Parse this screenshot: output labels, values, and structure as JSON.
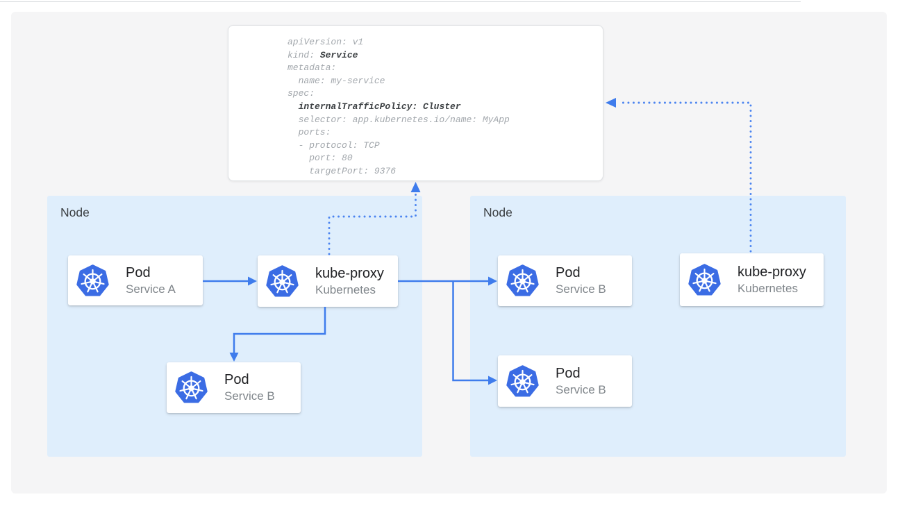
{
  "yaml": {
    "lines": [
      {
        "pre": "apiVersion: v1"
      },
      {
        "pre": "kind: ",
        "bold": "Service"
      },
      {
        "pre": "metadata:"
      },
      {
        "pre": "  name: my-service"
      },
      {
        "pre": "spec:"
      },
      {
        "pre": "  ",
        "bold": "internalTrafficPolicy: Cluster"
      },
      {
        "pre": "  selector: app.kubernetes.io/name: MyApp"
      },
      {
        "pre": "  ports:"
      },
      {
        "pre": "  - protocol: TCP"
      },
      {
        "pre": "    port: 80"
      },
      {
        "pre": "    targetPort: 9376"
      }
    ]
  },
  "nodes": {
    "left": {
      "label": "Node"
    },
    "right": {
      "label": "Node"
    }
  },
  "cards": [
    {
      "id": "pod-service-a",
      "title": "Pod",
      "subtitle": "Service A",
      "icon": "kubernetes-icon"
    },
    {
      "id": "kube-proxy-left",
      "title": "kube-proxy",
      "subtitle": "Kubernetes",
      "icon": "kubernetes-icon"
    },
    {
      "id": "pod-service-b-left",
      "title": "Pod",
      "subtitle": "Service B",
      "icon": "kubernetes-icon"
    },
    {
      "id": "pod-service-b-right-top",
      "title": "Pod",
      "subtitle": "Service B",
      "icon": "kubernetes-icon"
    },
    {
      "id": "pod-service-b-right-bottom",
      "title": "Pod",
      "subtitle": "Service B",
      "icon": "kubernetes-icon"
    },
    {
      "id": "kube-proxy-right",
      "title": "kube-proxy",
      "subtitle": "Kubernetes",
      "icon": "kubernetes-icon"
    }
  ],
  "colors": {
    "arrow_accent": "#3f7cec",
    "node_background": "#dfeefc",
    "kubernetes_blue": "#3b6ce4",
    "panel_background": "#f5f5f6",
    "yaml_regular_text": "#a2a7ac",
    "yaml_bold_text": "#3c4043",
    "card_title": "#202124",
    "card_subtitle": "#80868b"
  }
}
